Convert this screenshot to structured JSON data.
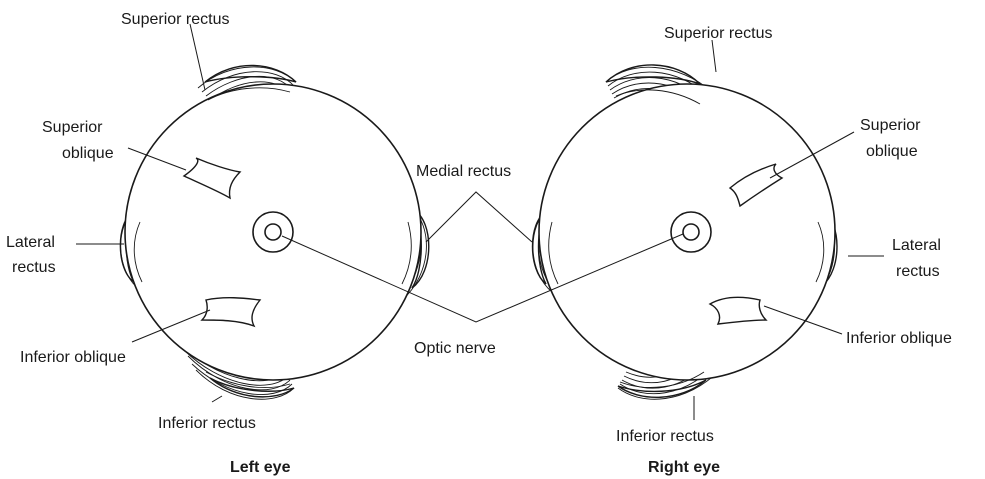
{
  "left_eye": {
    "caption": "Left eye",
    "labels": {
      "superior_rectus": "Superior rectus",
      "superior_oblique_1": "Superior",
      "superior_oblique_2": "oblique",
      "lateral_rectus_1": "Lateral",
      "lateral_rectus_2": "rectus",
      "inferior_oblique": "Inferior oblique",
      "inferior_rectus": "Inferior rectus"
    }
  },
  "right_eye": {
    "caption": "Right eye",
    "labels": {
      "superior_rectus": "Superior rectus",
      "superior_oblique_1": "Superior",
      "superior_oblique_2": "oblique",
      "lateral_rectus_1": "Lateral",
      "lateral_rectus_2": "rectus",
      "inferior_oblique": "Inferior oblique",
      "inferior_rectus": "Inferior rectus"
    }
  },
  "shared_labels": {
    "medial_rectus": "Medial rectus",
    "optic_nerve": "Optic nerve"
  }
}
